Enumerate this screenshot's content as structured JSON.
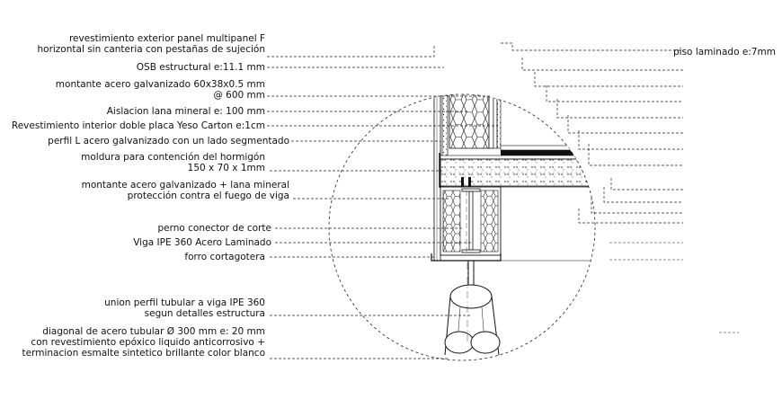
{
  "labels_left": [
    {
      "id": "exterior-panel",
      "lines": [
        "revestimiento exterior panel multipanel F",
        "horizontal sin canteria con pestañas de sujeción"
      ]
    },
    {
      "id": "osb",
      "lines": [
        "OSB estructural e:11.1 mm"
      ]
    },
    {
      "id": "steel-stud",
      "lines": [
        "montante acero galvanizado 60x38x0.5 mm",
        "@ 600 mm"
      ]
    },
    {
      "id": "mineral-wool",
      "lines": [
        "Aislacion lana mineral e: 100 mm"
      ]
    },
    {
      "id": "interior-lining",
      "lines": [
        "Revestimiento interior doble placa Yeso Carton e:1cm"
      ]
    },
    {
      "id": "l-profile",
      "lines": [
        "perfil L acero galvanizado con un lado segmentado"
      ]
    },
    {
      "id": "concrete-molding",
      "lines": [
        "moldura para contención del hormigón",
        "150 x 70 x 1mm"
      ]
    },
    {
      "id": "beam-fire",
      "lines": [
        "montante acero galvanizado + lana mineral",
        "protección contra el fuego de viga"
      ]
    },
    {
      "id": "shear-connector",
      "lines": [
        "perno conector de corte"
      ]
    },
    {
      "id": "ipe-beam",
      "lines": [
        "Viga IPE 360 Acero Laminado"
      ]
    },
    {
      "id": "drip-cover",
      "lines": [
        "forro cortagotera"
      ]
    },
    {
      "id": "tube-joint",
      "lines": [
        "union perfil tubular a viga IPE 360",
        "segun detalles estructura"
      ]
    },
    {
      "id": "tubular-diagonal",
      "lines": [
        "diagonal de acero tubular Ø 300 mm e: 20 mm",
        "con revestimiento epóxico liquido anticorrosivo +",
        "terminacion esmalte sintetico brillante color blanco"
      ]
    }
  ],
  "labels_right": [
    {
      "id": "laminate-floor",
      "lines": [
        "piso laminado e:7mm"
      ]
    }
  ],
  "colors": {
    "line": "#111111",
    "dash": "#222222",
    "background": "#ffffff"
  }
}
